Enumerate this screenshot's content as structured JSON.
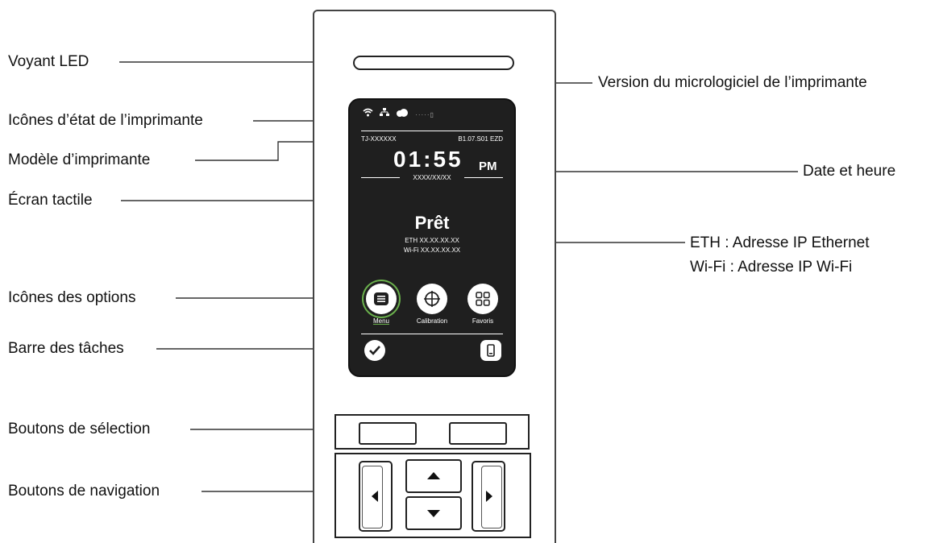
{
  "labels": {
    "led": "Voyant LED",
    "status_icons": "Icônes d’état de l’imprimante",
    "model": "Modèle d’imprimante",
    "touchscreen": "Écran tactile",
    "option_icons": "Icônes des options",
    "taskbar": "Barre des tâches",
    "select_buttons": "Boutons de sélection",
    "nav_buttons": "Boutons de navigation",
    "firmware": "Version du micrologiciel de l’imprimante",
    "datetime": "Date et heure",
    "eth_ip": "ETH : Adresse IP Ethernet",
    "wifi_ip": "Wi-Fi : Adresse IP Wi-Fi"
  },
  "screen": {
    "model": "TJ-XXXXXX",
    "firmware": "B1.07.S01 EZD",
    "time": "01:55",
    "ampm": "PM",
    "date": "XXXX/XX/XX",
    "status": "Prêt",
    "eth": "ETH XX.XX.XX.XX",
    "wifi": "Wi-Fi XX.XX.XX.XX",
    "options": [
      {
        "label": "Menu",
        "icon": "menu-icon"
      },
      {
        "label": "Calibration",
        "icon": "crosshair-icon"
      },
      {
        "label": "Favoris",
        "icon": "grid-icon"
      }
    ],
    "status_icons": [
      "wifi-icon",
      "network-icon",
      "cloud-icon"
    ],
    "menu_highlight_color": "#6ab04c"
  }
}
